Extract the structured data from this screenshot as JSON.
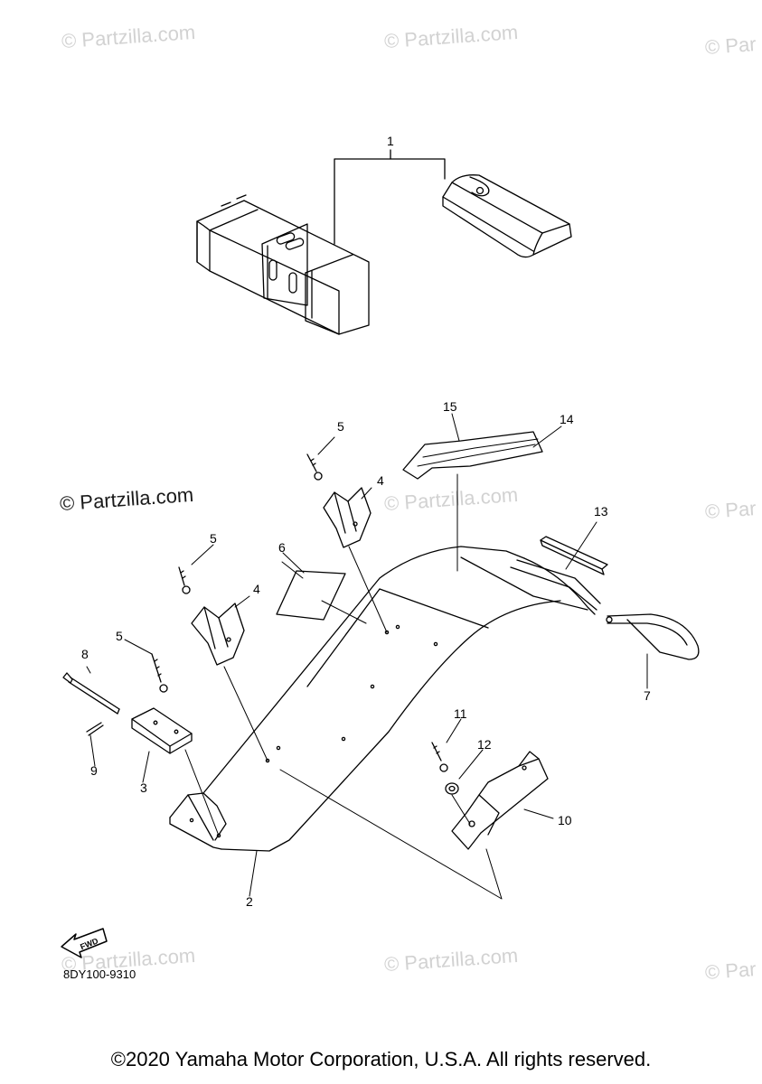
{
  "watermarks": {
    "text": "© Partzilla.com",
    "partial": "© Par",
    "featured": "© Partzilla.com"
  },
  "callouts": [
    "1",
    "2",
    "3",
    "4",
    "4",
    "5",
    "5",
    "5",
    "6",
    "7",
    "8",
    "9",
    "10",
    "11",
    "12",
    "13",
    "14",
    "15"
  ],
  "diagram_code": "8DY100-9310",
  "fwd_label": "FWD",
  "copyright": "©2020 Yamaha Motor Corporation, U.S.A. All rights reserved.",
  "colors": {
    "line": "#000000",
    "watermark": "#d2d2d2",
    "background": "#ffffff"
  }
}
